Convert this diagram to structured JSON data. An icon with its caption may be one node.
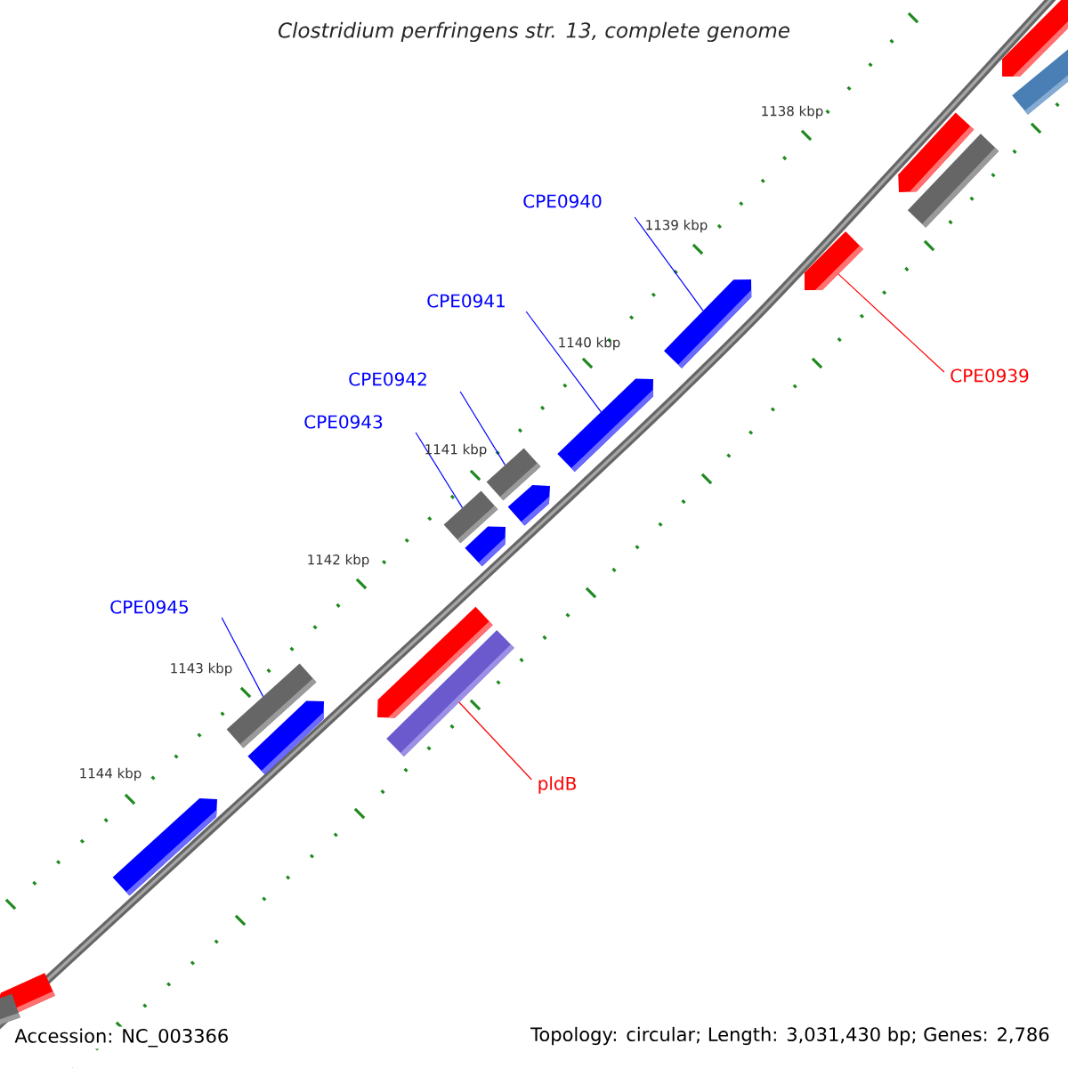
{
  "diagram": {
    "title": "Clostridium perfringens str. 13, complete genome",
    "nodes": [
      {
        "text": [
          "CPE0940"
        ]
      },
      {
        "text": [
          "CPE0941"
        ]
      },
      {
        "text": [
          "CPE0942"
        ]
      },
      {
        "text": [
          "CPE0943"
        ]
      },
      {
        "text": [
          "CPE0945"
        ]
      },
      {
        "text": [
          "CPE0939"
        ]
      },
      {
        "text": [
          "pldB"
        ]
      },
      {
        "text": [],
        "shape": "arrow"
      },
      {
        "text": [],
        "shape": "bar"
      },
      {
        "text": [],
        "shape": "arrow"
      },
      {
        "text": [],
        "shape": "bar"
      },
      {
        "text": [],
        "shape": "arrow"
      },
      {
        "text": [],
        "shape": "arrow"
      },
      {
        "text": [],
        "shape": "arrow"
      },
      {
        "text": [],
        "shape": "bar"
      },
      {
        "text": [],
        "shape": "arrow"
      },
      {
        "text": [],
        "shape": "bar"
      },
      {
        "text": [],
        "shape": "arrow"
      },
      {
        "text": [],
        "shape": "arrow"
      },
      {
        "text": [],
        "shape": "bar"
      },
      {
        "text": [],
        "shape": "bar"
      },
      {
        "text": [],
        "shape": "arrow"
      },
      {
        "text": [],
        "shape": "arrow"
      },
      {
        "text": [],
        "shape": "arrow"
      },
      {
        "text": [],
        "shape": "bar"
      }
    ],
    "edges": [
      {
        "from": 0,
        "to": 12,
        "arrow": "none"
      },
      {
        "from": 1,
        "to": 13,
        "arrow": "none"
      },
      {
        "from": 2,
        "to": 14,
        "arrow": "none"
      },
      {
        "from": 3,
        "to": 16,
        "arrow": "none"
      },
      {
        "from": 4,
        "to": 20,
        "arrow": "none"
      },
      {
        "from": 5,
        "to": 11,
        "arrow": "none",
        "color": "#ff0000"
      },
      {
        "from": 6,
        "to": 19,
        "arrow": "none",
        "color": "#ff0000"
      }
    ],
    "labels": [
      "1138 kbp",
      "1139 kbp",
      "1140 kbp",
      "1141 kbp",
      "1142 kbp",
      "1143 kbp",
      "1144 kbp",
      "Accession: NC_003366",
      "Topology: circular; Length: 3,031,430 bp; Genes: 2,786"
    ]
  }
}
